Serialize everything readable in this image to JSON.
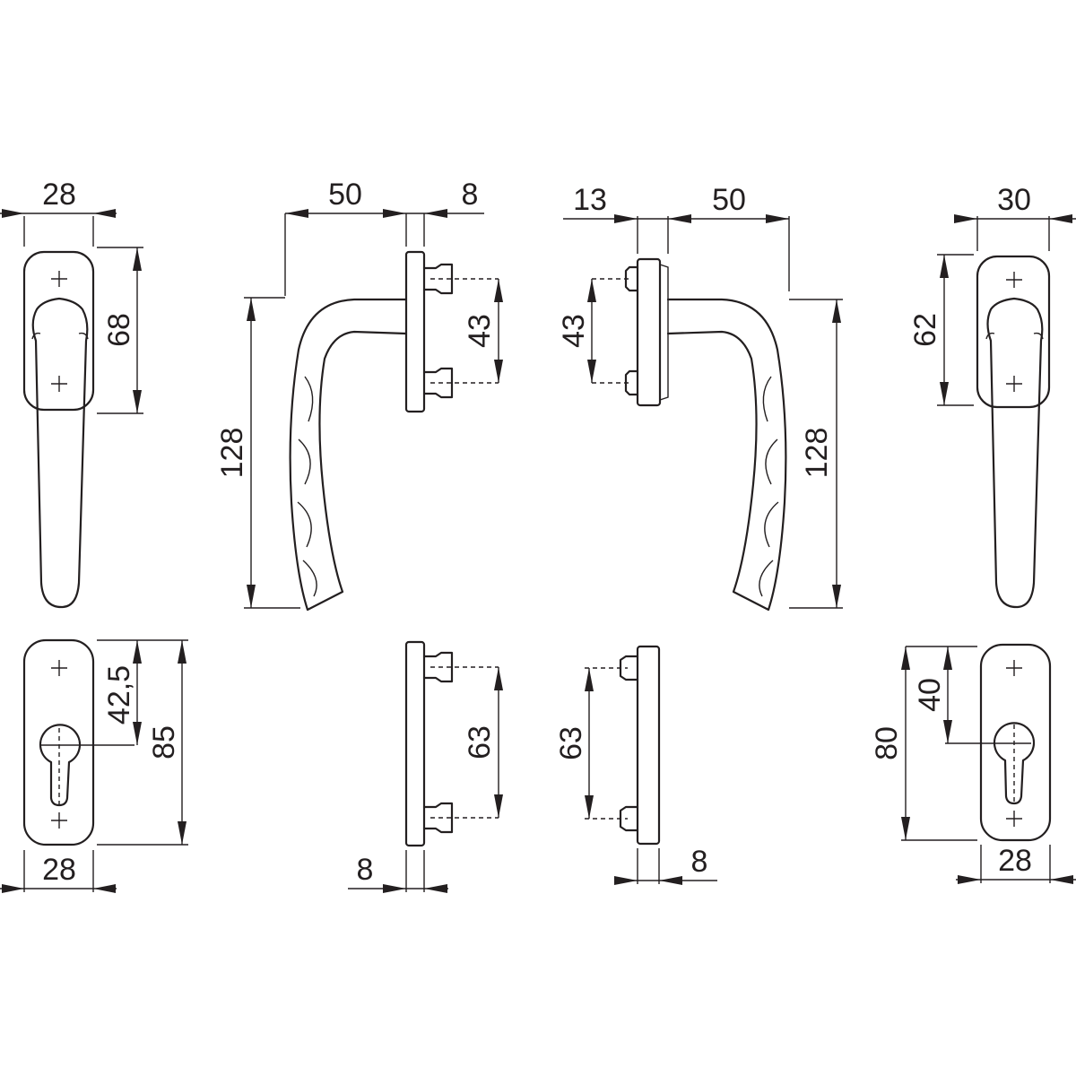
{
  "colors": {
    "ink": "#231f20",
    "background": "#ffffff"
  },
  "views": {
    "front_left": {
      "width": "28",
      "height": "68"
    },
    "side_left": {
      "projection": "50",
      "rose_thickness": "8",
      "handle_height": "128",
      "screw_spacing": "43"
    },
    "side_right": {
      "rose_thickness": "13",
      "projection": "50",
      "handle_height": "128",
      "screw_spacing": "43"
    },
    "front_right": {
      "width": "30",
      "height": "62"
    },
    "plate_left": {
      "keyhole_offset": "42,5",
      "height": "85",
      "width": "28"
    },
    "plate_side_left": {
      "screw_spacing": "63",
      "thickness": "8"
    },
    "plate_side_right": {
      "screw_spacing": "63",
      "thickness": "8"
    },
    "plate_right": {
      "height": "80",
      "keyhole_offset": "40",
      "width": "28"
    }
  }
}
